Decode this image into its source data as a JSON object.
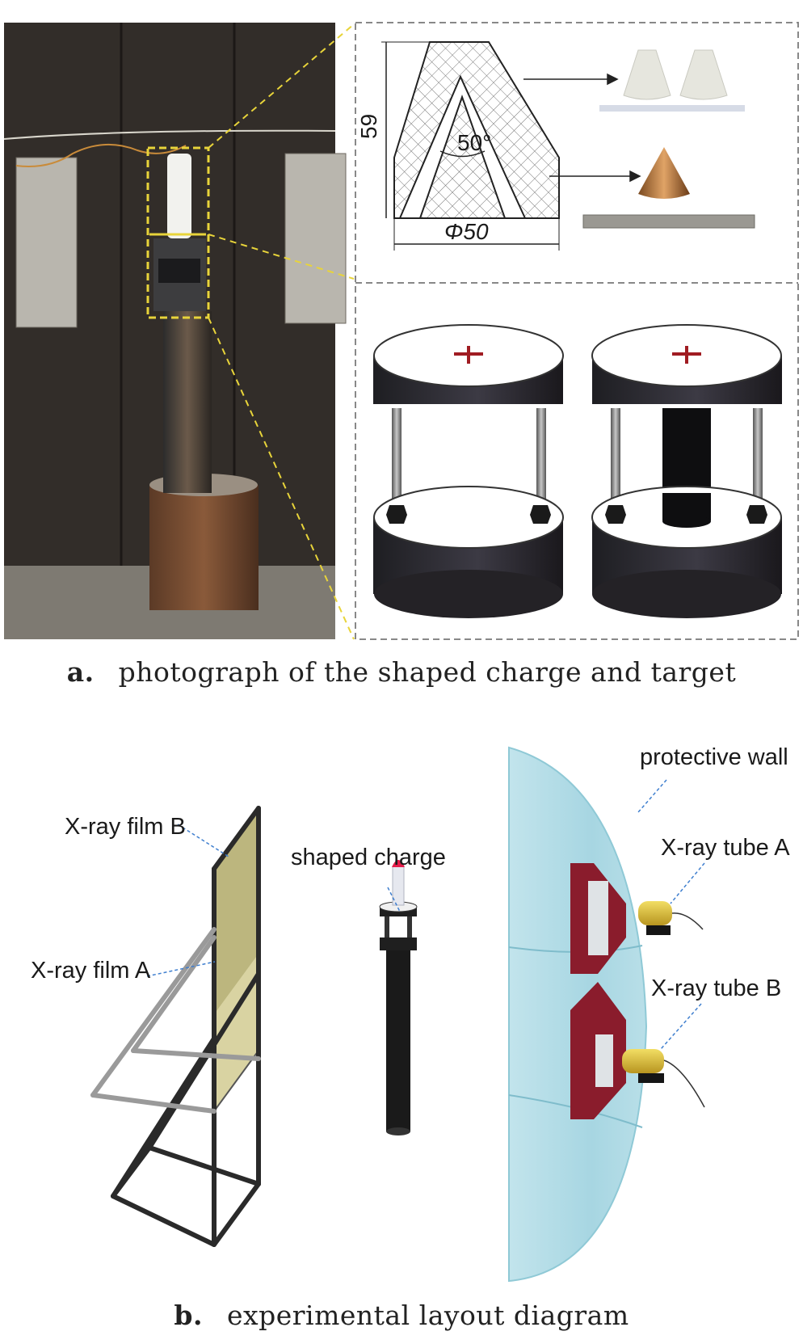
{
  "panel_a": {
    "caption_letter": "a.",
    "caption_text": "photograph of the shaped charge and target",
    "dims": {
      "height": "59",
      "angle": "50°",
      "diameter": "Φ50"
    }
  },
  "panel_b": {
    "caption_letter": "b.",
    "caption_text": "experimental layout diagram",
    "labels": {
      "film_b": "X-ray film B",
      "film_a": "X-ray film A",
      "charge": "shaped charge",
      "wall": "protective wall",
      "tube_a": "X-ray tube A",
      "tube_b": "X-ray tube B"
    }
  },
  "colors": {
    "highlight": "#e8d43a",
    "liner": "#c8803f",
    "wall": "#9fd3df",
    "frame": "#8a1c2c"
  }
}
